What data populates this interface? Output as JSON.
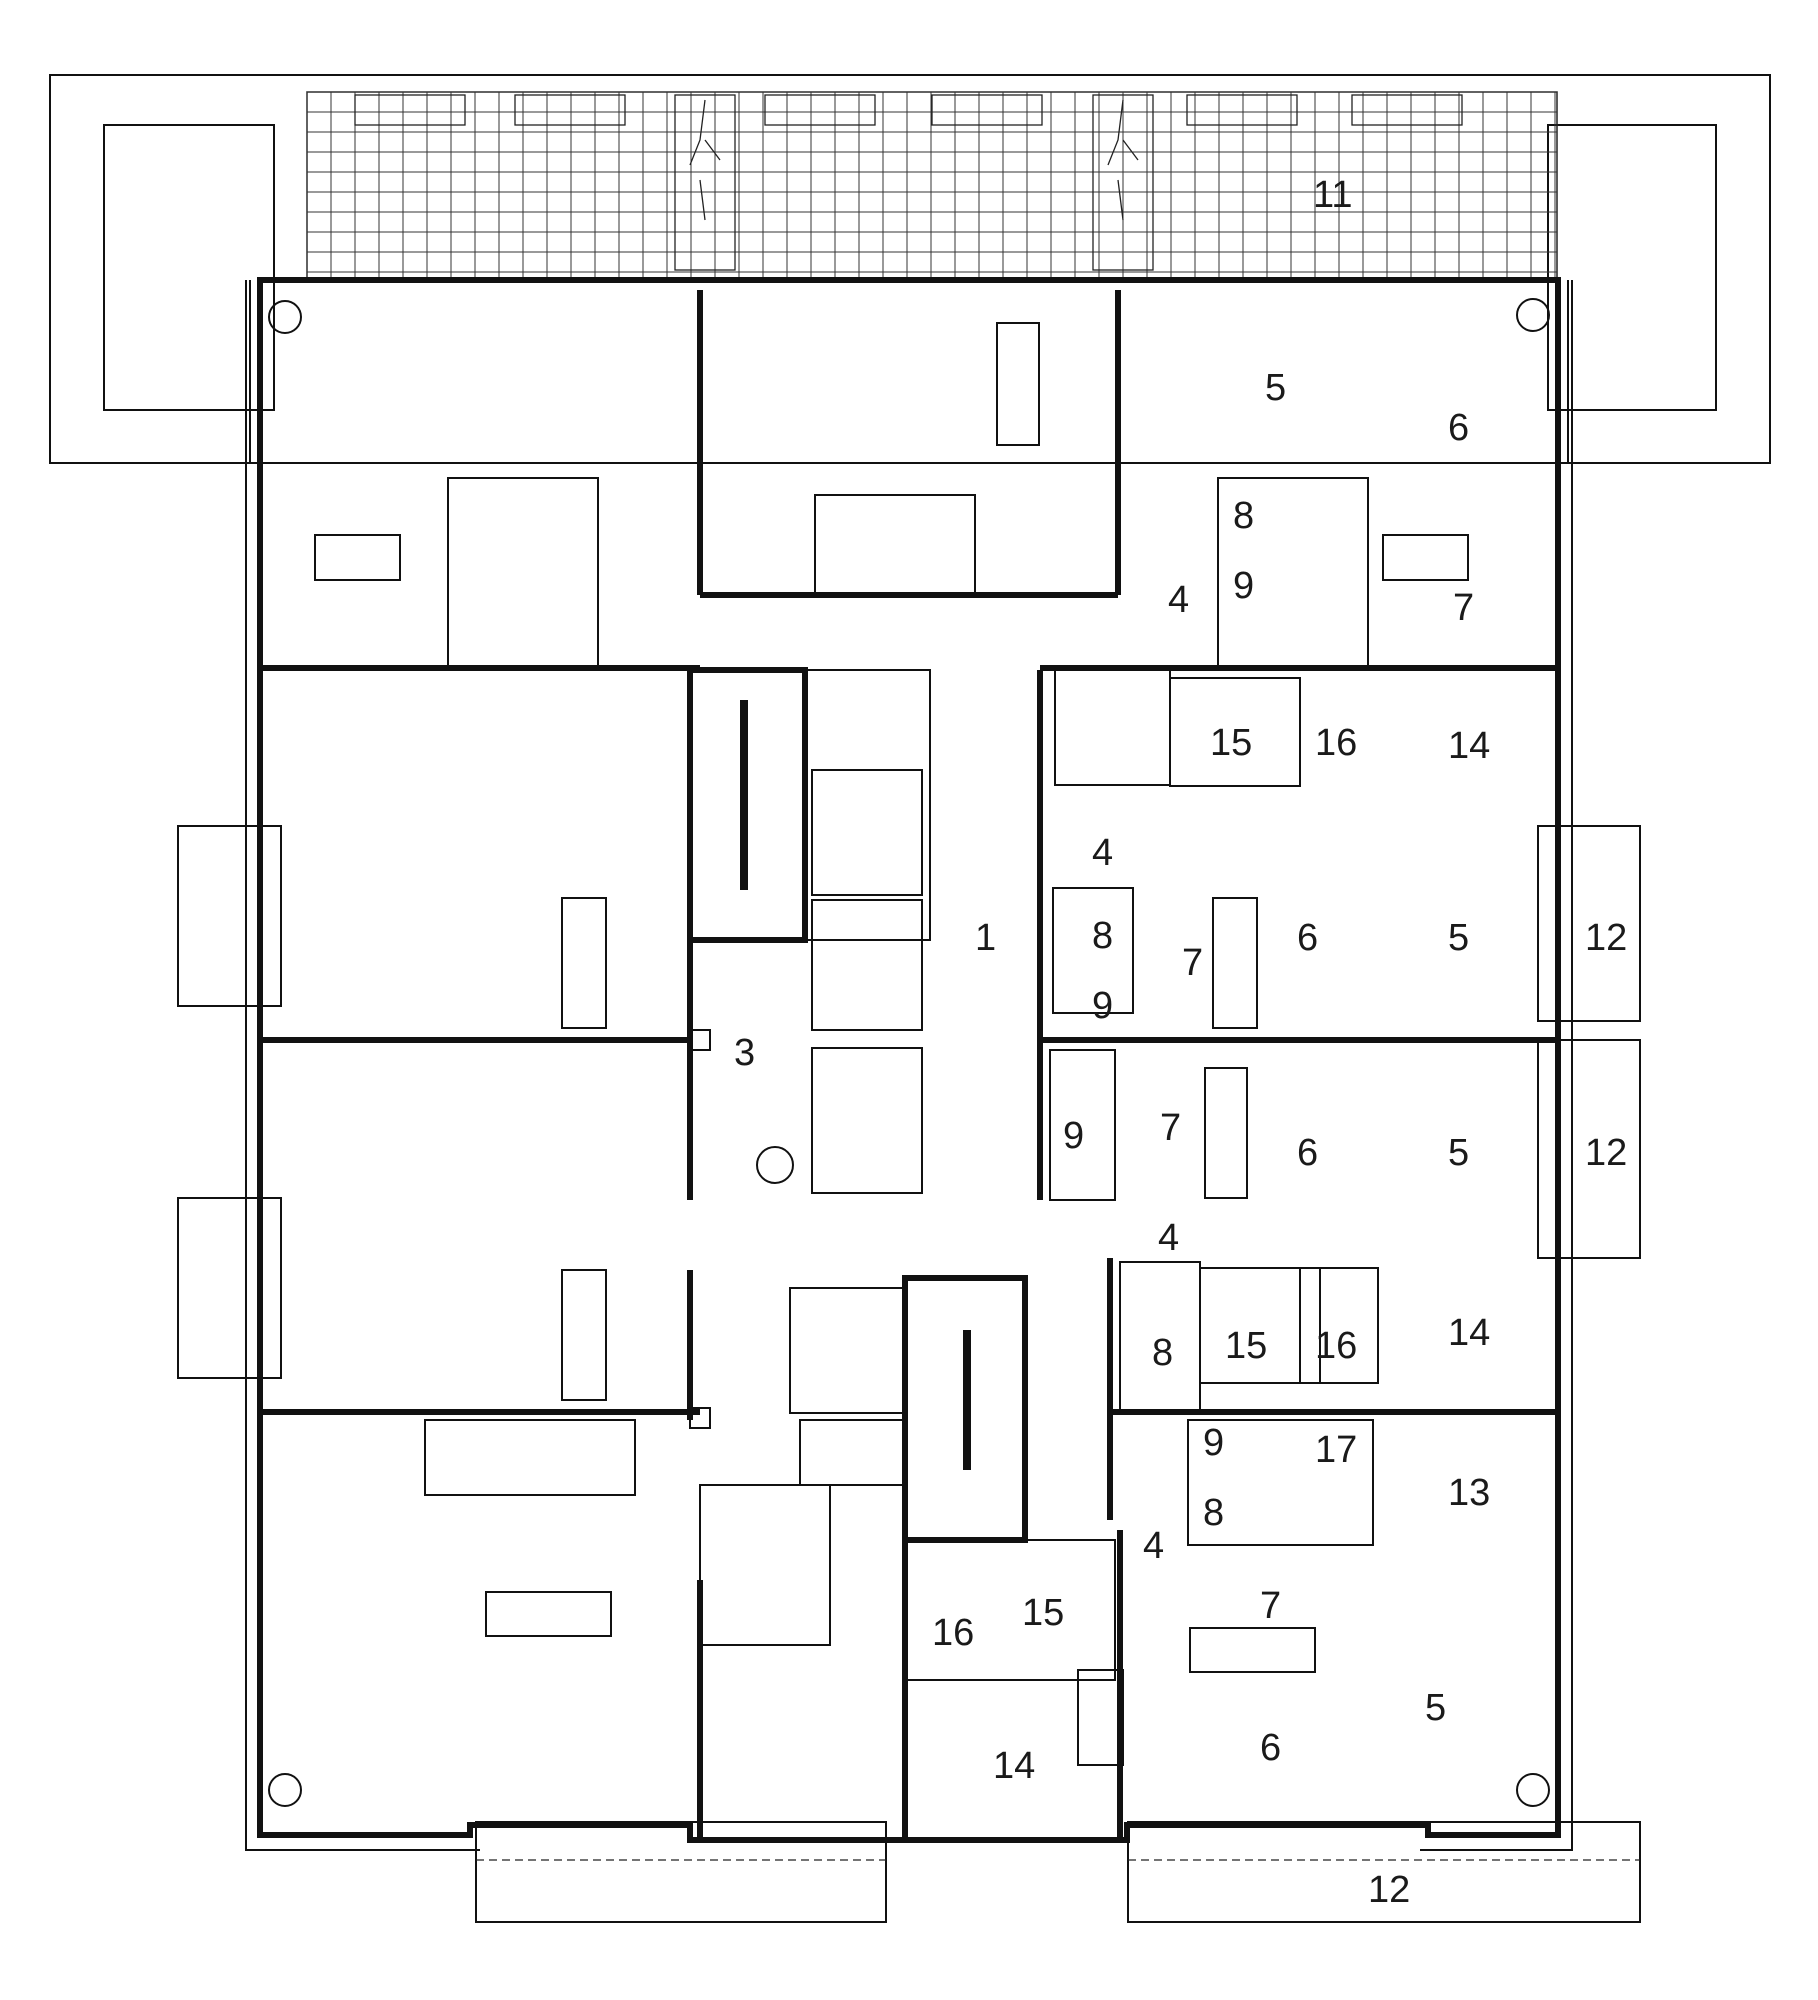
{
  "colors": {
    "ink": "#111111",
    "paper": "#ffffff"
  },
  "labels": {
    "l1": "1",
    "l3": "3",
    "l4a": "4",
    "l4b": "4",
    "l4c": "4",
    "l4d": "4",
    "l5a": "5",
    "l5b": "5",
    "l5c": "5",
    "l5d": "5",
    "l6a": "6",
    "l6b": "6",
    "l6c": "6",
    "l6d": "6",
    "l7a": "7",
    "l7b": "7",
    "l7c": "7",
    "l7d": "7",
    "l8a": "8",
    "l8b": "8",
    "l8c": "8",
    "l8d": "8",
    "l9a": "9",
    "l9b": "9",
    "l9c": "9",
    "l9d": "9",
    "l11": "11",
    "l12a": "12",
    "l12b": "12",
    "l12c": "12",
    "l13": "13",
    "l14a": "14",
    "l14b": "14",
    "l14c": "14",
    "l15a": "15",
    "l15b": "15",
    "l15c": "15",
    "l16a": "16",
    "l16b": "16",
    "l16c": "16",
    "l17": "17"
  }
}
